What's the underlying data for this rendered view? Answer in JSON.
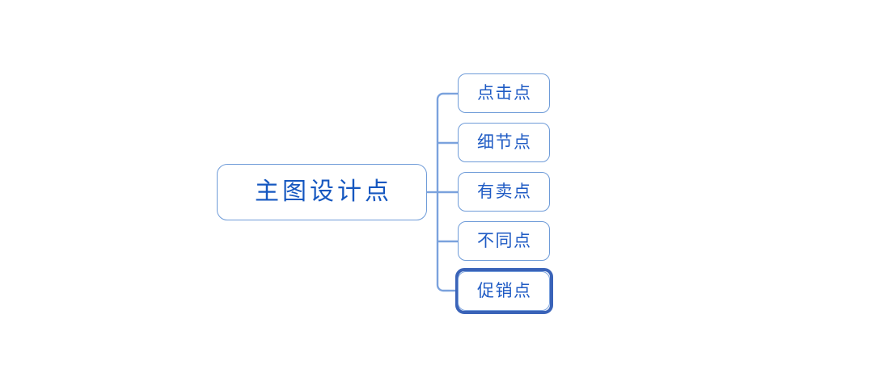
{
  "diagram": {
    "type": "mind-map",
    "title": "主图设计点",
    "orientation": "left-to-right",
    "background_color": "#ffffff",
    "node_border_color": "#6e9bd8",
    "node_text_color": "#1f5bc4",
    "root_text_color": "#1557c0",
    "connector_color": "#7ba2dd",
    "selection_color": "#3a63b8",
    "root": {
      "label": "主图设计点"
    },
    "children": [
      {
        "label": "点击点",
        "selected": false
      },
      {
        "label": "细节点",
        "selected": false
      },
      {
        "label": "有卖点",
        "selected": false
      },
      {
        "label": "不同点",
        "selected": false
      },
      {
        "label": "促销点",
        "selected": true
      }
    ]
  }
}
